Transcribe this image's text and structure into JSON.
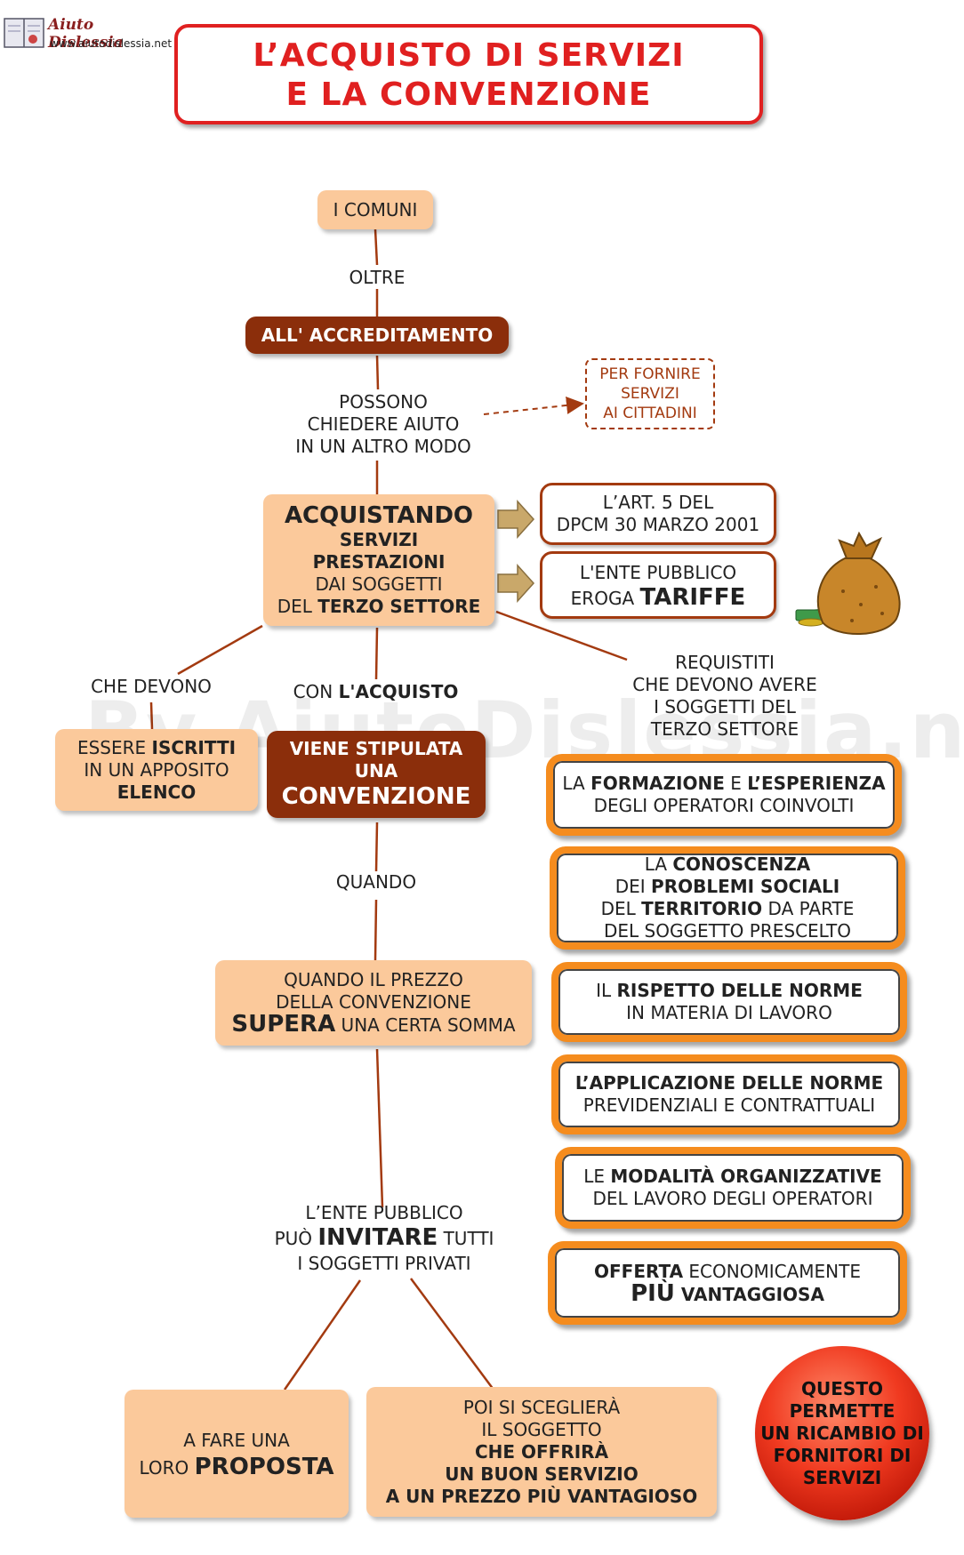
{
  "logo": {
    "name": "Aiuto Dislessia",
    "url": "www.aiutodislessia.net"
  },
  "title": {
    "line1": "L’ACQUISTO DI SERVIZI",
    "line2": "E LA CONVENZIONE"
  },
  "watermark": "By AiutoDislessia.net",
  "nodes": {
    "comuni": "I COMUNI",
    "oltre": "OLTRE",
    "accreditamento": "ALL' ACCREDITAMENTO",
    "possono": [
      "POSSONO",
      "CHIEDERE AIUTO",
      "IN UN ALTRO MODO"
    ],
    "fornire": [
      "PER FORNIRE",
      "SERVIZI",
      "AI CITTADINI"
    ],
    "acquistando": {
      "l1": "ACQUISTANDO",
      "l2": "SERVIZI",
      "l3": "PRESTAZIONI",
      "l4": "DAI SOGGETTI",
      "l5a": "DEL ",
      "l5b": "TERZO SETTORE"
    },
    "art5": [
      "L’ART. 5 DEL",
      "DPCM 30 MARZO 2001"
    ],
    "ente_tariffe": {
      "l1": "L'ENTE PUBBLICO",
      "l2a": "EROGA ",
      "l2b": "TARIFFE"
    },
    "che_devono": "CHE DEVONO",
    "con_acquisto": {
      "a": "CON ",
      "b": "L'ACQUISTO"
    },
    "requisiti": [
      "REQUISTITI",
      "CHE DEVONO AVERE",
      "I SOGGETTI DEL",
      "TERZO SETTORE"
    ],
    "iscritti": {
      "l1a": "ESSERE ",
      "l1b": "ISCRITTI",
      "l2": "IN UN APPOSITO",
      "l3": "ELENCO"
    },
    "convenzione": {
      "l1": "VIENE STIPULATA",
      "l2": "UNA",
      "l3": "CONVENZIONE"
    },
    "quando": "QUANDO",
    "prezzo": {
      "l1": "QUANDO IL PREZZO",
      "l2": "DELLA CONVENZIONE",
      "l3a": "SUPERA",
      "l3b": " UNA CERTA SOMMA"
    },
    "invitare": {
      "l1": "L’ENTE PUBBLICO",
      "l2a": "PUÒ ",
      "l2b": "INVITARE",
      "l2c": " TUTTI",
      "l3": "I SOGGETTI PRIVATI"
    },
    "proposta": {
      "l1": "A FARE UNA",
      "l2a": "LORO ",
      "l2b": "PROPOSTA"
    },
    "sceglierà": {
      "l1": "POI SI SCEGLIERÀ",
      "l2": "IL SOGGETTO",
      "l3": "CHE OFFRIRÀ",
      "l4": "UN BUON SERVIZIO",
      "l5": "A UN PREZZO PIÙ VANTAGIOSO"
    },
    "ricambio": [
      "QUESTO",
      "PERMETTE",
      "UN RICAMBIO DI",
      "FORNITORI DI",
      "SERVIZI"
    ]
  },
  "requirements": {
    "r1": {
      "a": "LA ",
      "b": "FORMAZIONE",
      "c": " E ",
      "d": "L’ESPERIENZA",
      "l2": "DEGLI OPERATORI COINVOLTI"
    },
    "r2": {
      "l1a": "LA ",
      "l1b": "CONOSCENZA",
      "l2a": "DEI ",
      "l2b": "PROBLEMI SOCIALI",
      "l3a": "DEL ",
      "l3b": "TERRITORIO",
      "l3c": " DA PARTE",
      "l4": "DEL SOGGETTO PRESCELTO"
    },
    "r3": {
      "l1a": "IL ",
      "l1b": "RISPETTO DELLE NORME",
      "l2": "IN MATERIA DI LAVORO"
    },
    "r4": {
      "l1": "L’APPLICAZIONE DELLE NORME",
      "l2": "PREVIDENZIALI E CONTRATTUALI"
    },
    "r5": {
      "l1a": "LE ",
      "l1b": "MODALITÀ ORGANIZZATIVE",
      "l2": "DEL LAVORO DEGLI OPERATORI"
    },
    "r6": {
      "l1a": "OFFERTA",
      "l1b": " ECONOMICAMENTE",
      "l2a": "PIÙ",
      "l2b": " VANTAGGIOSA"
    }
  },
  "colors": {
    "title_red": "#e02020",
    "peach": "#fbc99b",
    "brown": "#8b2e0b",
    "orange_border": "#f58c1e",
    "edge": "#a33a10"
  }
}
